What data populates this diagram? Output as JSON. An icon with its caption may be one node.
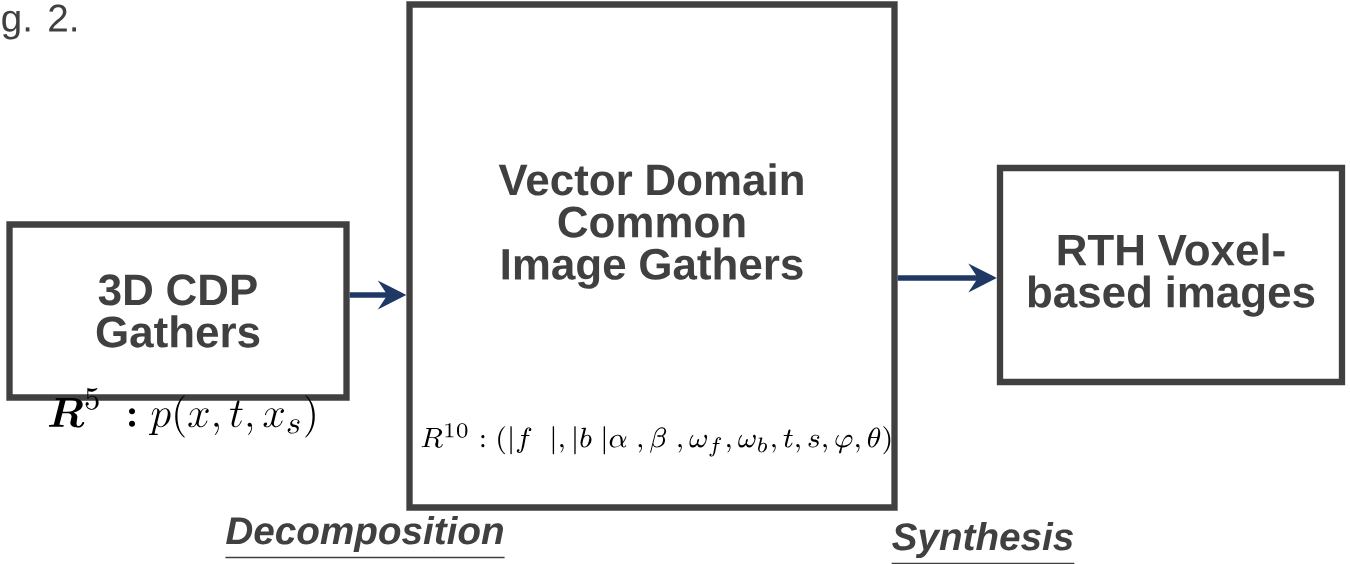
{
  "diagram": {
    "nodes": [
      {
        "text": [
          "3D CDP Gathers"
        ],
        "beside": [
          "\\boldsymbol{R}^{5}\\;\\boldsymbol{:}p(x,t,x_{s})"
        ]
      },
      {
        "text": [
          "Vector Domain Common Image Gathers",
          "R^{10}:(|f\\;\\;|,|b\\;|\\alpha\\;,\\beta\\;,\\omega_{f},\\omega_{b},t,s,\\varphi,\\theta)"
        ]
      },
      {
        "text": [
          "RTH Voxel-based images"
        ]
      }
    ],
    "edges": [
      {
        "from": 0,
        "to": 1,
        "arrow": "to"
      },
      {
        "from": 1,
        "to": 2,
        "arrow": "to"
      }
    ],
    "labels": [
      "g. 2.",
      "Decomposition",
      "Synthesis"
    ]
  }
}
